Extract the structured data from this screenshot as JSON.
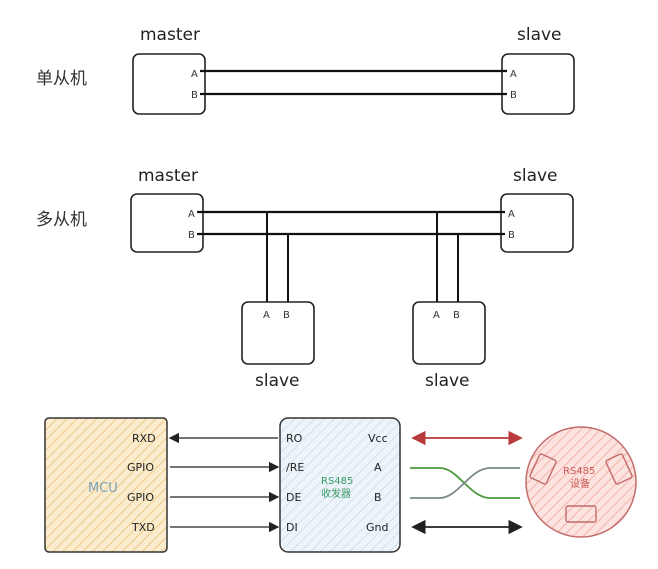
{
  "single": {
    "row_label": "单从机",
    "master_title": "master",
    "slave_title": "slave",
    "master_pins": [
      "A",
      "B"
    ],
    "slave_pins": [
      "A",
      "B"
    ]
  },
  "multi": {
    "row_label": "多从机",
    "master_title": "master",
    "slave_title": "slave",
    "master_pins": [
      "A",
      "B"
    ],
    "slave_pins": [
      "A",
      "B"
    ],
    "bottom_slave1_title": "slave",
    "bottom_slave2_title": "slave",
    "bottom_slave1_pins": [
      "A",
      "B"
    ],
    "bottom_slave2_pins": [
      "A",
      "B"
    ]
  },
  "circuit": {
    "mcu_label": "MCU",
    "mcu_pins": [
      "RXD",
      "GPIO",
      "GPIO",
      "TXD"
    ],
    "transceiver_label_line1": "RS485",
    "transceiver_label_line2": "收发器",
    "transceiver_left_pins": [
      "RO",
      "/RE",
      "DE",
      "DI"
    ],
    "transceiver_right_pins": [
      "Vcc",
      "A",
      "B",
      "Gnd"
    ],
    "device_label_line1": "RS485",
    "device_label_line2": "设备",
    "colors": {
      "mcu_fill": "#f5dcae",
      "transceiver_fill": "#dbeaf4",
      "device_fill": "#f7c8c0",
      "vcc_line": "#b83a3a",
      "a_line": "#4c9a3c",
      "b_line": "#7a8a88"
    }
  }
}
